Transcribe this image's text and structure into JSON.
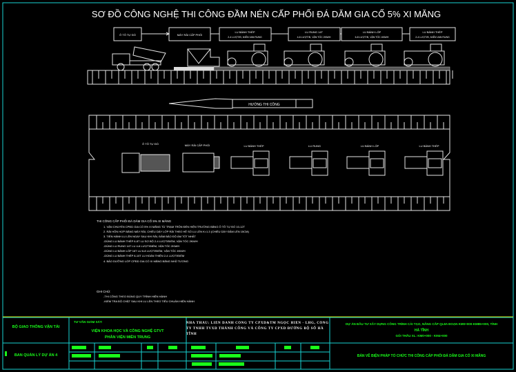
{
  "title": "SƠ ĐỒ CÔNG NGHỆ THI CÔNG  ĐẦM NÉN CẤP PHỐI ĐÁ DĂM GIA CỐ 5% XI MĂNG",
  "flow_steps": [
    {
      "label": "Ô TÔ TỰ ĐỔ",
      "sub": ""
    },
    {
      "label": "MÁY RẢI CẤP PHỐI",
      "sub": ""
    },
    {
      "label": "LU BÁNH THÉP",
      "sub": "2-4 LƯỢT/Đ, MIỄN VAN RUNG"
    },
    {
      "label": "LU RUNG 14T",
      "sub": "4-6 LƯỢT/Đ, VẬN TỐC 2KM/H"
    },
    {
      "label": "LU BÁNH LỐP",
      "sub": "6-8 LƯỢT/Đ, VẬN TỐC 4KM/H"
    },
    {
      "label": "LU BÁNH THÉP",
      "sub": "2-4 LƯỢT/Đ, MIỄN VAN RUNG"
    }
  ],
  "direction_label": "HƯỚNG THI CÔNG",
  "plan_labels": [
    "Ô TÔ TỰ ĐỔ",
    "MÁY RẢI CẤP PHỐI",
    "LU BÁNH THÉP",
    "LU RUNG",
    "LU BÁNH LỐP",
    "LU BÁNH THÉP"
  ],
  "notes": {
    "heading": "THI CÔNG CẤP PHỐI ĐÁ DĂM GIA CỐ 5% XI MĂNG",
    "items": [
      "1. VẬN CHUYỂN CPĐD GIA CỐ 5% XI MĂNG TỪ TRẠM TRỘN ĐẾN HIỆN TRƯỜNG BẰNG Ô TÔ TỰ ĐỔ 10-12T",
      "2. RẢI HỖN HỢP BẰNG MÁY RẢI, CHIỀU DÀY LỚP RẢI THEO HỆ SỐ LU LÈN K=1.3 (CHIỀU DÀY ĐẦM LÈN 15CM)",
      "3. TIẾN HÀNH LU LÈN NGAY SAU KHI RẢI, ĐẢM BẢO ĐỘ ẨM TỐT NHẤT",
      "-DÙNG LU BÁNH THÉP 6-8T LU SƠ BỘ 2-4 LƯỢT/ĐIỂM, VẬN TỐC 2KM/H",
      "-DÙNG LU RUNG 14T LU 4-6 LƯỢT/ĐIỂM, VẬN TỐC 2KM/H",
      "-DÙNG LU BÁNH LỐP 16T LU 6-8 LƯỢT/ĐIỂM, VẬN TỐC 4KM/H",
      "-DÙNG LU BÁNH THÉP 8-10T LU HOÀN THIỆN 2-4 LƯỢT/ĐIỂM",
      "4. BẢO DƯỠNG LỚP CPĐD GIA CỐ XI MĂNG BẰNG NHŨ TƯƠNG"
    ]
  },
  "remarks": {
    "heading": "GHI CHÚ:",
    "items": [
      "-THI CÔNG THEO ĐÚNG QUY TRÌNH HIỆN HÀNH",
      "-KIỂM TRA ĐỘ CHẶT SAU KHI LU LÈN THEO TIÊU CHUẨN HIỆN HÀNH"
    ]
  },
  "title_block": {
    "owner": "BỘ GIAO THÔNG VẬN TẢI",
    "pmu": "BAN QUẢN LÝ DỰ ÁN 4",
    "consultant_label": "TƯ VẤN GIÁM SÁT:",
    "consultant_1": "VIỆN KHOA HỌC VÀ CÔNG NGHỆ GTVT",
    "consultant_2": "PHÂN VIỆN MIỀN TRUNG",
    "contractor": "NHÀ THẦU: LIÊN DANH CÔNG TY CPXD&TM NGỌC HIỂN - LHG, CÔNG TY TNHH TVXD THÀNH CÔNG VÀ CÔNG TY CPXD ĐƯỜNG BỘ SỐ HÀ TĨNH",
    "project_1": "DỰ ÁN ĐẦU TƯ XÂY DỰNG CÔNG TRÌNH CẢI TẠO, NÂNG CẤP QL8A ĐOẠN KM0+000-KM85+000, TỈNH",
    "project_2": "HÀ TĨNH",
    "project_3": "GÓI THẦU XL: KM0+000 - KM4+000",
    "drawing_title": "BẢN VẼ BIỆN PHÁP TỔ CHỨC THI CÔNG CẤP PHỐI ĐÁ DĂM GIA CỐ XI MĂNG"
  },
  "colors": {
    "frame": "#19d3d3",
    "text_green": "#1aff1a",
    "separator": "#d8d800"
  }
}
